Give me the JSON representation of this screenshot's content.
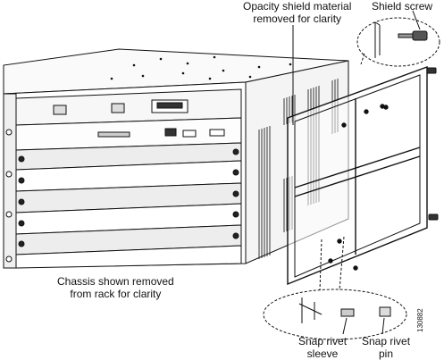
{
  "callouts": {
    "opacity_shield": {
      "line1": "Opacity shield material",
      "line2": "removed for clarity"
    },
    "shield_screw": {
      "line1": "Shield screw"
    },
    "chassis_removed": {
      "line1": "Chassis shown removed",
      "line2": "from rack for clarity"
    },
    "snap_rivet_sleeve": {
      "line1": "Snap rivet",
      "line2": "sleeve"
    },
    "snap_rivet_pin": {
      "line1": "Snap rivet",
      "line2": "pin"
    }
  },
  "figure_id": "130882",
  "colors": {
    "line": "#111111",
    "fill_light": "#f2f2f2",
    "fill_mid": "#cfcfcf",
    "fill_dark": "#333333"
  }
}
